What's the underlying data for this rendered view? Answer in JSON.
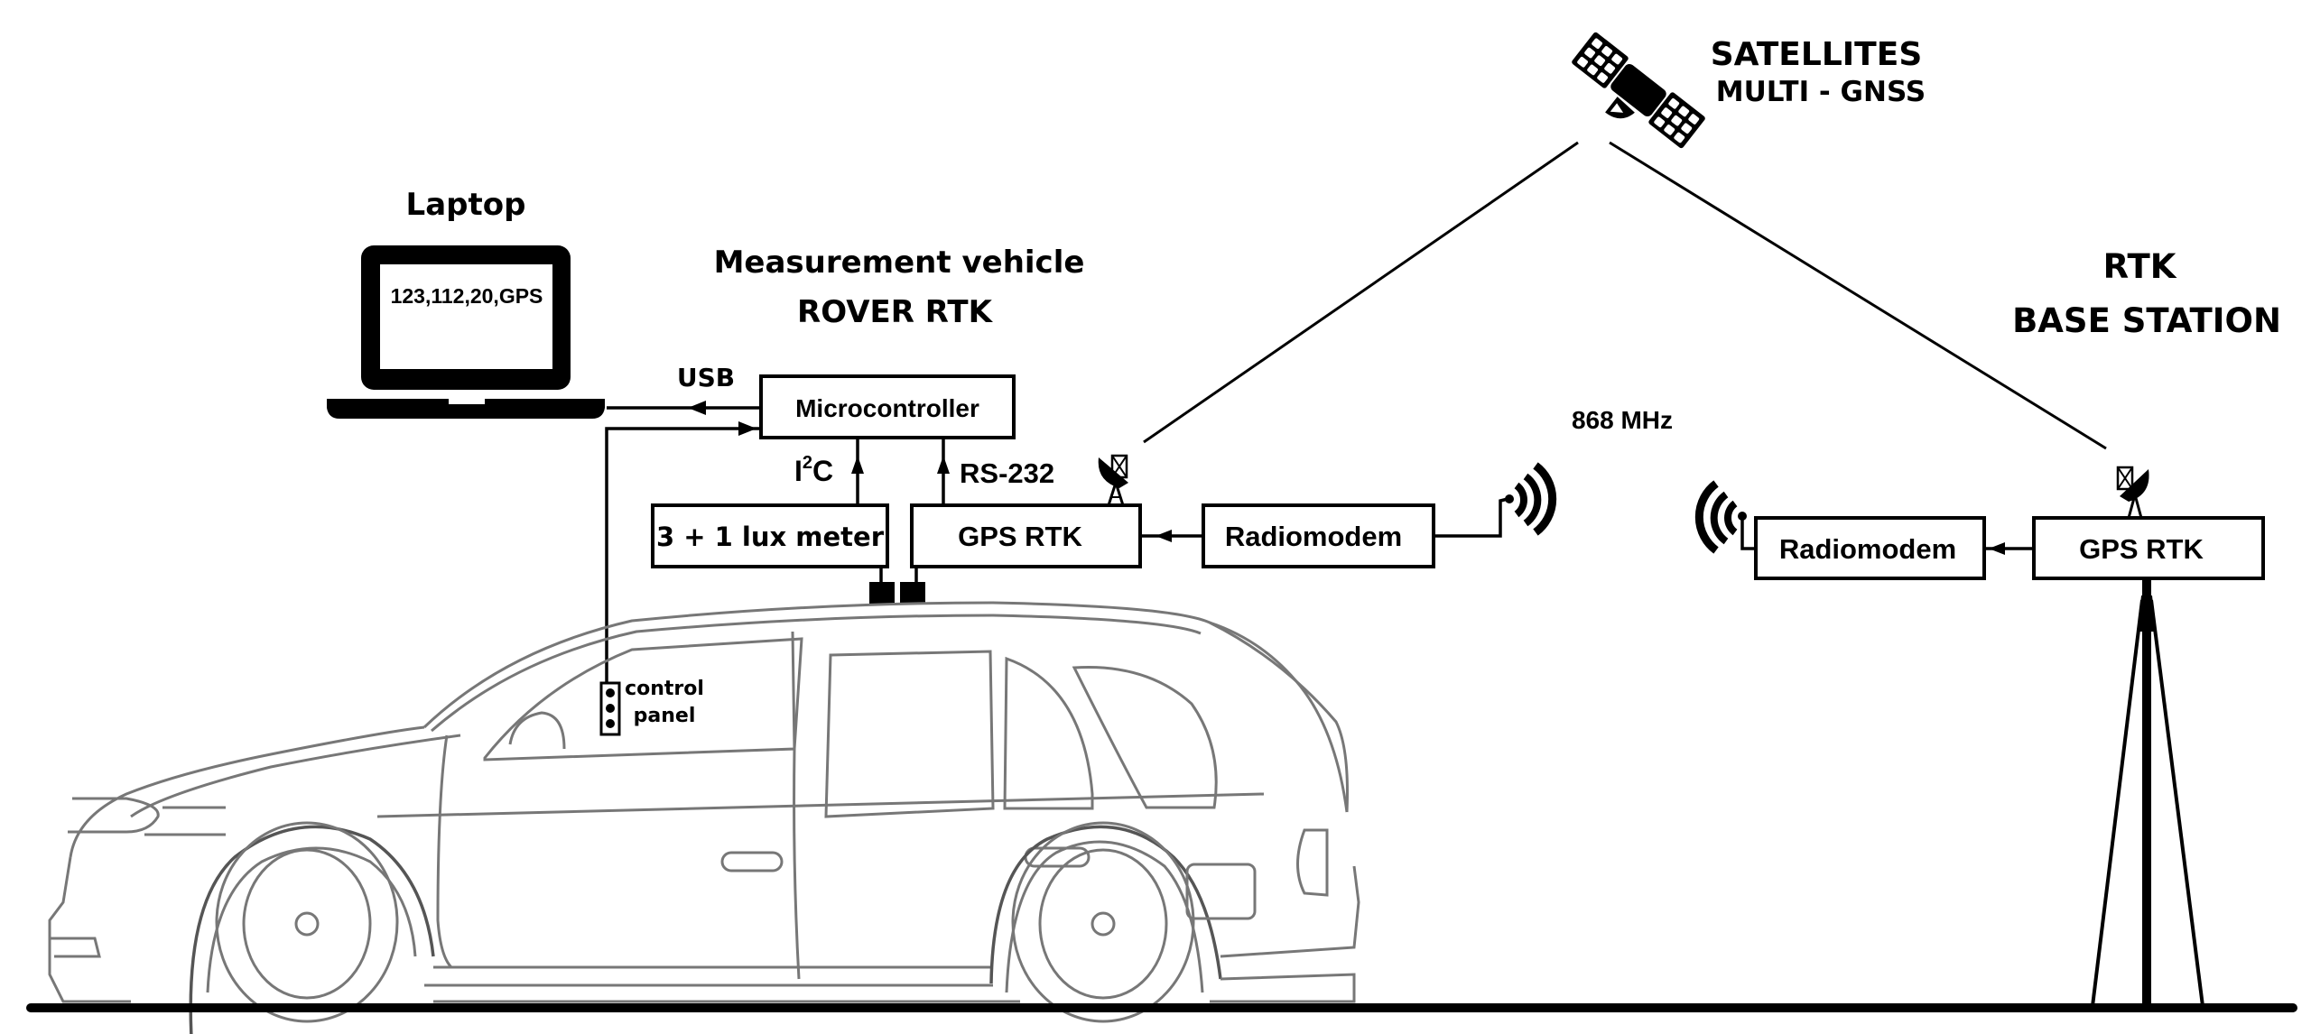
{
  "title_labels": {
    "satellites": "SATELLITES",
    "multi_gnss": "MULTI - GNSS",
    "laptop": "Laptop",
    "vehicle_line1": "Measurement vehicle",
    "vehicle_line2": "ROVER RTK",
    "base_line1": "RTK",
    "base_line2": "BASE STATION",
    "frequency": "868 MHz"
  },
  "laptop": {
    "screen_text": "123,112,20,GPS"
  },
  "connections": {
    "usb": "USB",
    "i2c_base": "I",
    "i2c_sup": "2",
    "i2c_suffix": "C",
    "rs232": "RS-232"
  },
  "rover_blocks": {
    "microcontroller": "Microcontroller",
    "lux_meter": "3 + 1 lux meter",
    "gps_rtk": "GPS RTK",
    "radiomodem": "Radiomodem"
  },
  "base_blocks": {
    "radiomodem": "Radiomodem",
    "gps_rtk": "GPS RTK"
  },
  "control_panel": {
    "line1": "control",
    "line2": "panel"
  },
  "icons": {
    "satellite": "satellite-icon",
    "laptop": "laptop-icon",
    "rover_antenna": "satellite-dish-icon",
    "base_antenna": "satellite-dish-icon",
    "rover_radio": "radio-waves-icon",
    "base_radio": "radio-waves-icon",
    "vehicle": "car-icon",
    "tripod": "tripod-icon",
    "sensors": "sensor-icon"
  }
}
